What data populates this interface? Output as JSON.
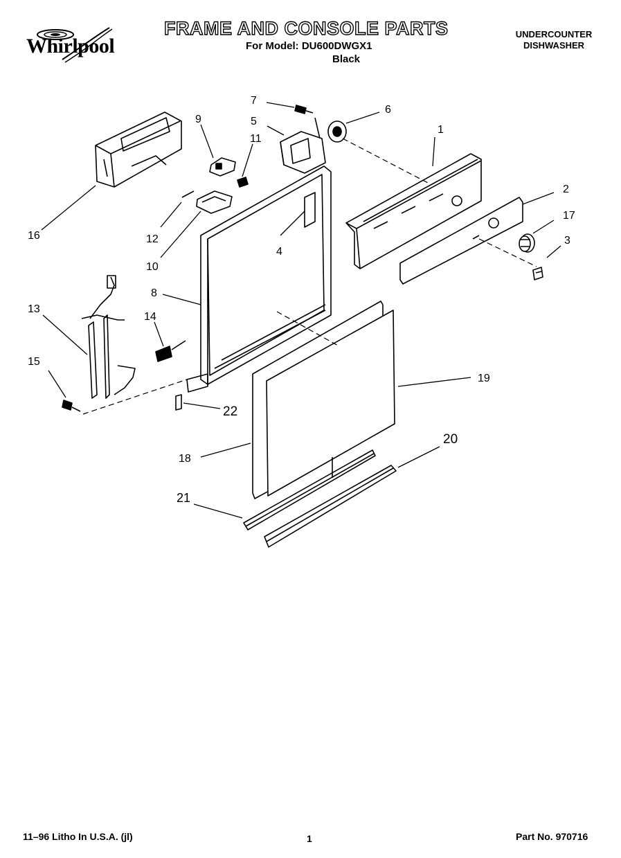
{
  "header": {
    "brand": "Whirlpool",
    "title": "FRAME AND CONSOLE PARTS",
    "model_prefix": "For Model:",
    "model": "DU600DWGX1",
    "color": "Black",
    "product_line1": "UNDERCOUNTER",
    "product_line2": "DISHWASHER"
  },
  "callouts": [
    "1",
    "2",
    "3",
    "4",
    "5",
    "6",
    "7",
    "8",
    "9",
    "10",
    "11",
    "12",
    "13",
    "14",
    "15",
    "16",
    "17",
    "18",
    "19",
    "20",
    "21",
    "22"
  ],
  "footer": {
    "print_info": "11–96 Litho In U.S.A. (jl)",
    "page": "1",
    "part_no": "Part No. 970716"
  }
}
